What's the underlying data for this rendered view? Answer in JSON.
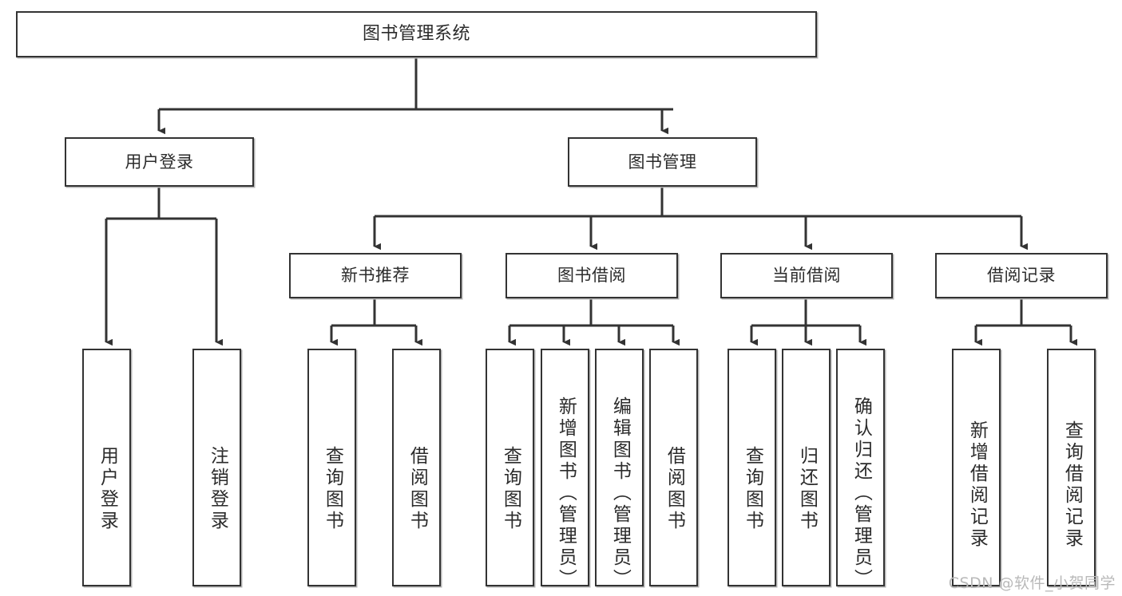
{
  "diagram": {
    "type": "tree",
    "title": "图书管理系统",
    "watermark": "CSDN @软件_小贺同学",
    "colors": {
      "box_border": "#333333",
      "box_fill": "#ffffff",
      "connector": "#333333",
      "text": "#2b2b2b",
      "watermark": "#b9b9b9",
      "shadow": "#b4b4b4"
    },
    "root": {
      "label": "图书管理系统"
    },
    "level2": [
      {
        "label": "用户登录"
      },
      {
        "label": "图书管理"
      }
    ],
    "level3": [
      {
        "label": "新书推荐"
      },
      {
        "label": "图书借阅"
      },
      {
        "label": "当前借阅"
      },
      {
        "label": "借阅记录"
      }
    ],
    "leaves": {
      "user_login": [
        {
          "label": "用户登录"
        },
        {
          "label": "注销登录"
        }
      ],
      "new_books": [
        {
          "label": "查询图书"
        },
        {
          "label": "借阅图书"
        }
      ],
      "book_borrow": [
        {
          "label": "查询图书"
        },
        {
          "label": "新增图书（管理员）"
        },
        {
          "label": "编辑图书（管理员）"
        },
        {
          "label": "借阅图书"
        }
      ],
      "current_borrow": [
        {
          "label": "查询图书"
        },
        {
          "label": "归还图书"
        },
        {
          "label": "确认归还（管理员）"
        }
      ],
      "borrow_records": [
        {
          "label": "新增借阅记录"
        },
        {
          "label": "查询借阅记录"
        }
      ]
    }
  }
}
